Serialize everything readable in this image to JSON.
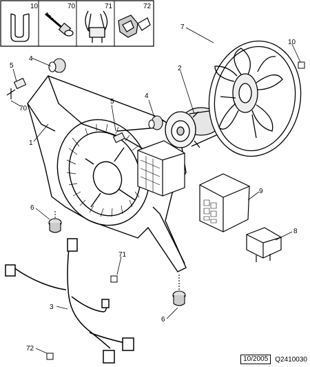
{
  "inset_items": [
    "10",
    "70",
    "71",
    "72"
  ],
  "callouts": {
    "c1": "1",
    "c2": "2",
    "c3": "3",
    "c4a": "4",
    "c4b": "4",
    "c5a": "5",
    "c5b": "5",
    "c6a": "6",
    "c6b": "6",
    "c7": "7",
    "c8": "8",
    "c9": "9",
    "c10": "10",
    "c70": "70",
    "c71": "71",
    "c72": "72"
  },
  "footer": {
    "date": "10/2005",
    "ref": "Q2410030"
  }
}
